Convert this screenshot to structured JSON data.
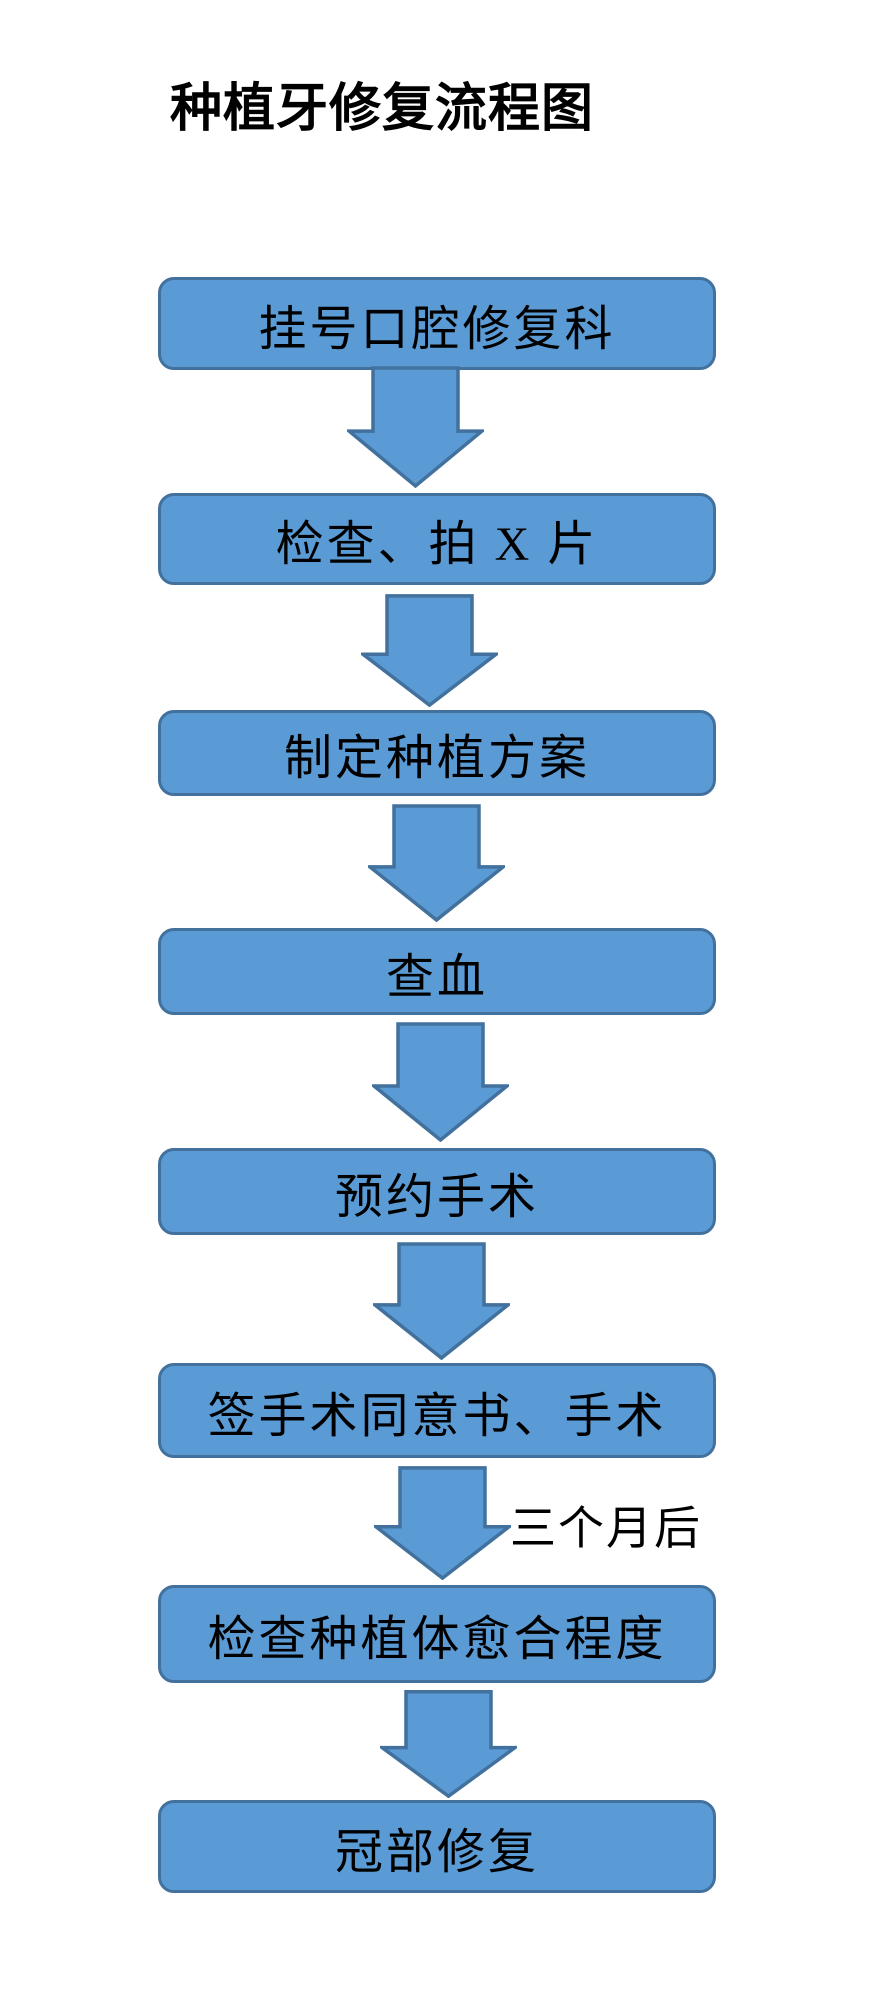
{
  "title": "种植牙修复流程图",
  "steps": [
    {
      "label": "挂号口腔修复科"
    },
    {
      "label": "检查、拍 X 片"
    },
    {
      "label": "制定种植方案"
    },
    {
      "label": "查血"
    },
    {
      "label": "预约手术"
    },
    {
      "label": "签手术同意书、手术"
    },
    {
      "label": "检查种植体愈合程度"
    },
    {
      "label": "冠部修复"
    }
  ],
  "annotation": {
    "text": "三个月后",
    "position": "right-of-arrow-between-step-6-and-7"
  },
  "colors": {
    "box_fill": "#5b9bd5",
    "box_border": "#41719c",
    "arrow_fill": "#5b9bd5",
    "arrow_border": "#41719c",
    "text": "#000000",
    "background": "#ffffff"
  }
}
